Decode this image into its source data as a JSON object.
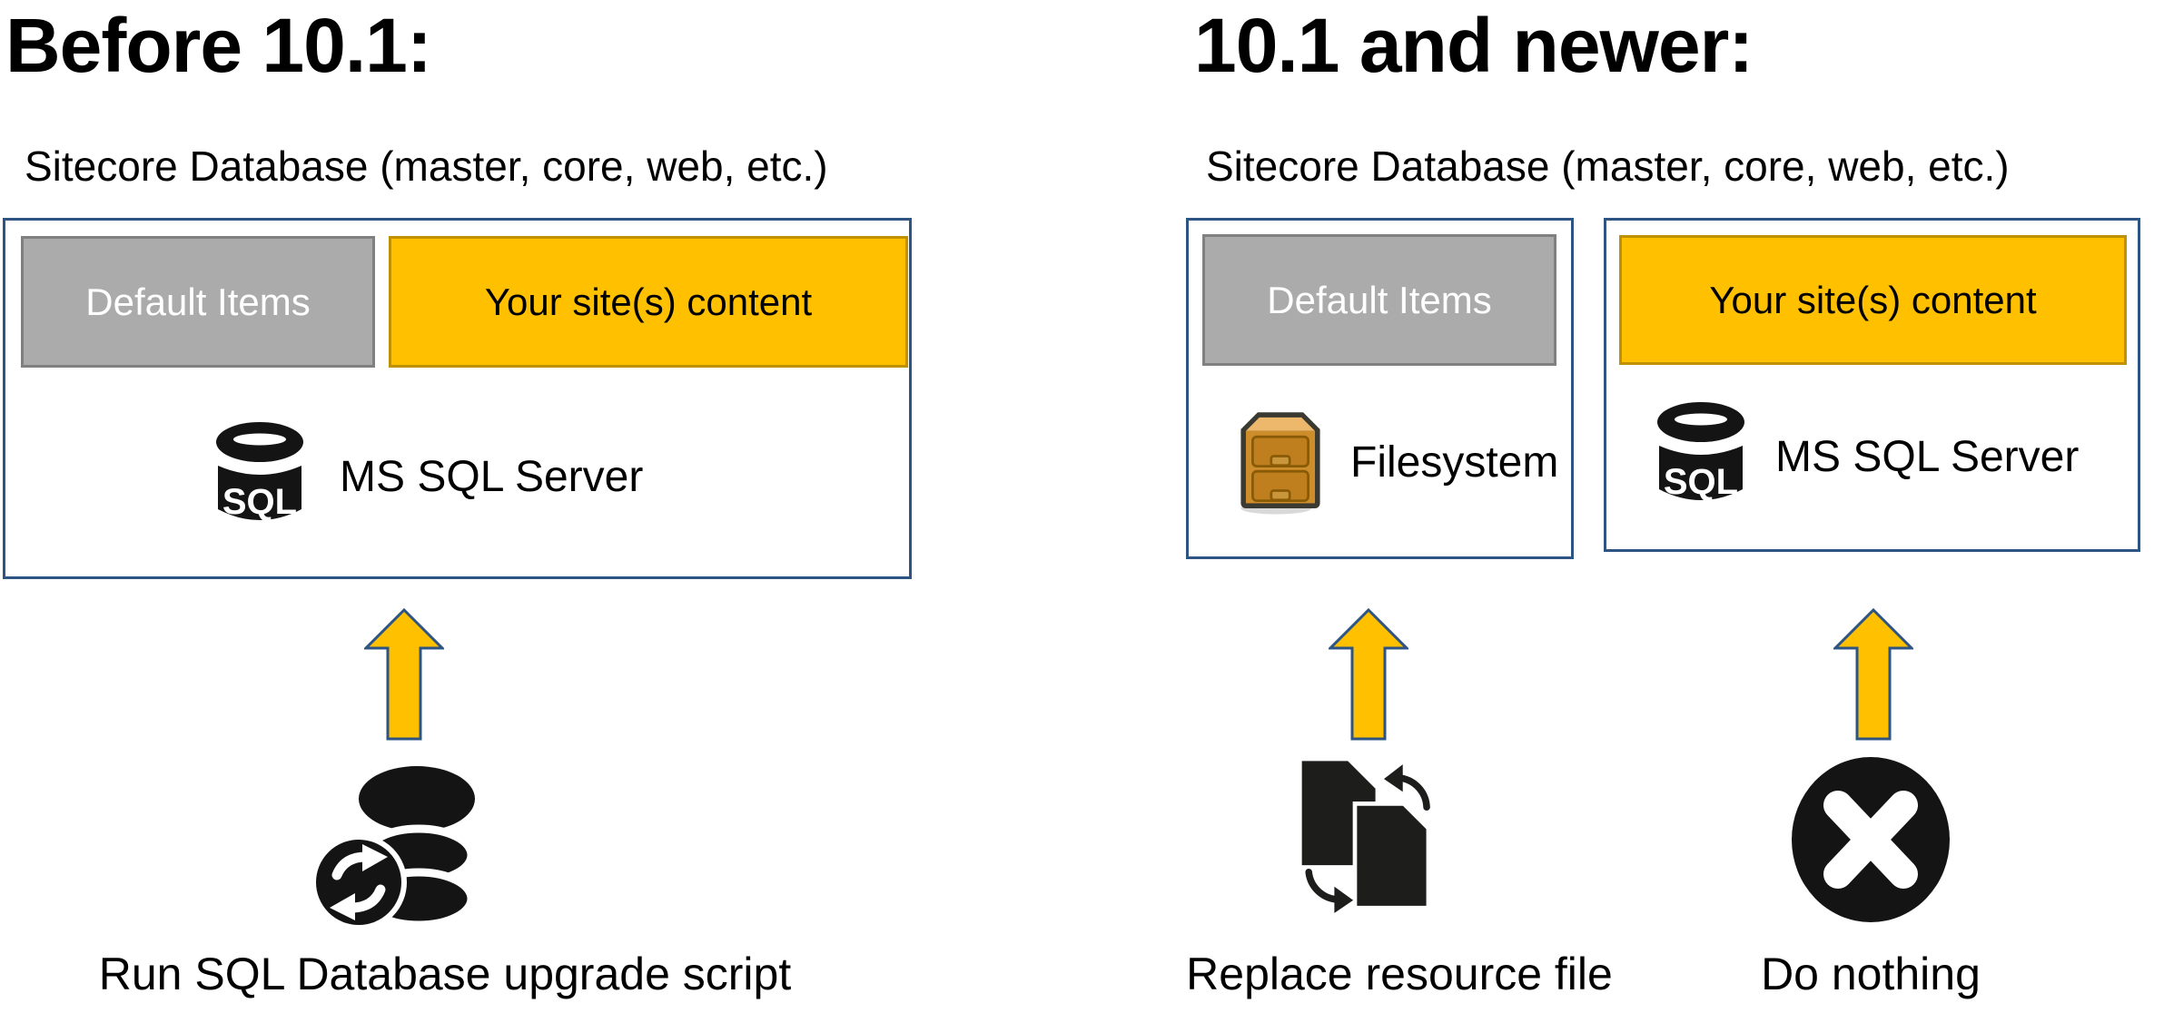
{
  "colors": {
    "background": "#FFFFFF",
    "gold_fill": "#FFC000",
    "gold_border": "#BF9000",
    "gray_fill": "#ABABAB",
    "gray_border": "#808080",
    "panel_border": "#2E5484",
    "arrow_fill": "#FFC000",
    "arrow_outline": "#2E5484",
    "icon_black": "#141414",
    "cabinet_orange": "#CE8D2B"
  },
  "icons": {
    "sql_badge_text": "SQL"
  },
  "before": {
    "title": "Before 10.1:",
    "database_label": "Sitecore Database (master, core, web, etc.)",
    "default_items_label": "Default Items",
    "site_content_label": "Your site(s) content",
    "storage_label": "MS SQL Server",
    "action_label": "Run SQL Database upgrade script"
  },
  "after": {
    "title": "10.1 and newer:",
    "database_label": "Sitecore Database (master, core, web, etc.)",
    "default_items": {
      "label": "Default Items",
      "storage_label": "Filesystem",
      "action_label": "Replace resource file"
    },
    "site_content": {
      "label": "Your site(s) content",
      "storage_label": "MS SQL Server",
      "action_label": "Do nothing"
    }
  }
}
